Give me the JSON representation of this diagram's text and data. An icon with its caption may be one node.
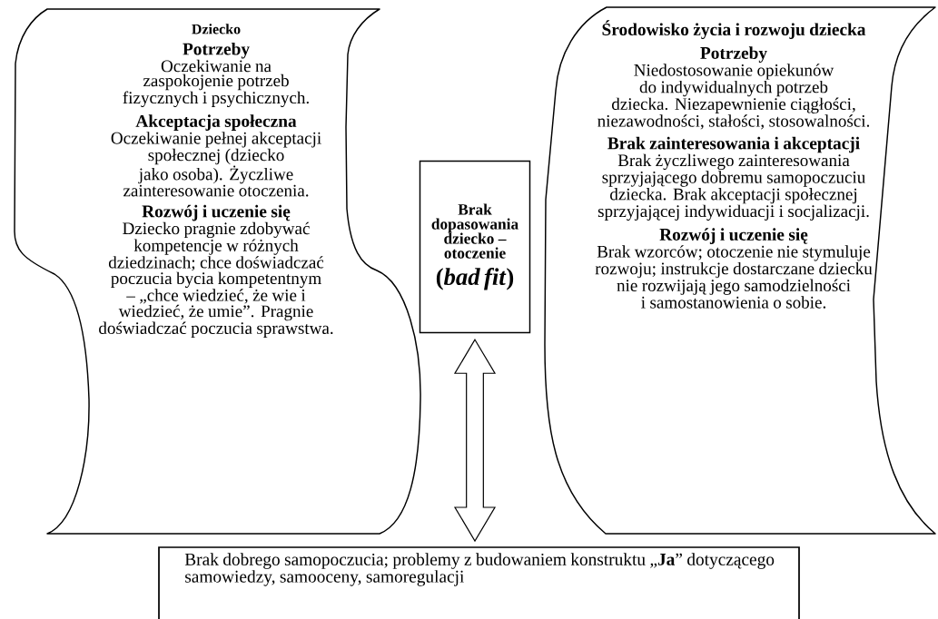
{
  "diagram": {
    "nodes": [
      {
        "text": [
          "Dziecko",
          "Potrzeby",
          "Oczekiwanie na zaspokojenie potrzeb fizycznych i psychicznych.",
          "Akceptacja społeczna",
          "Oczekiwanie pełnej akceptacji społecznej (dziecko jako osoba). Życzliwe zainteresowanie otoczenia.",
          "Rozwój i uczenie się",
          "Dziecko pragnie zdobywać kompetencje w różnych dziedzinach; chce doświadczać poczucia bycia kompetentnym – „chce wiedzieć, że wie i wiedzieć, że umie”. Pragnie doświadczać poczucia sprawstwa."
        ]
      },
      {
        "text": [
          "Brak dopasowania dziecko – otoczenie",
          "(*bad fit*)"
        ]
      },
      {
        "text": [
          "Środowisko życia i rozwoju dziecka",
          "Potrzeby",
          "Niedostosowanie opiekunów do indywidualnych potrzeb dziecka. Niezapewnienie ciągłości, niezawodności, stałości, stosowalności.",
          "Brak zainteresowania i akceptacji",
          "Brak życzliwego zainteresowania sprzyjającego dobremu samopoczuciu dziecka. Brak akceptacji społecznej sprzyjającej indywiduacji i socjalizacji.",
          "Rozwój i uczenie się",
          "Brak wzorców; otoczenie nie stymuluje rozwoju; instrukcje dostarczane dziecku nie rozwijają jego samodzielności i samostanowienia o sobie."
        ]
      },
      {
        "text": [
          "Brak dobrego samopoczucia; problemy z budowaniem konstruktu „**Ja**” dotyczącego samowiedzy, samooceny, samoregulacji"
        ]
      }
    ],
    "edges": [
      {
        "from": 1,
        "to": 3,
        "arrow": "both"
      }
    ]
  }
}
